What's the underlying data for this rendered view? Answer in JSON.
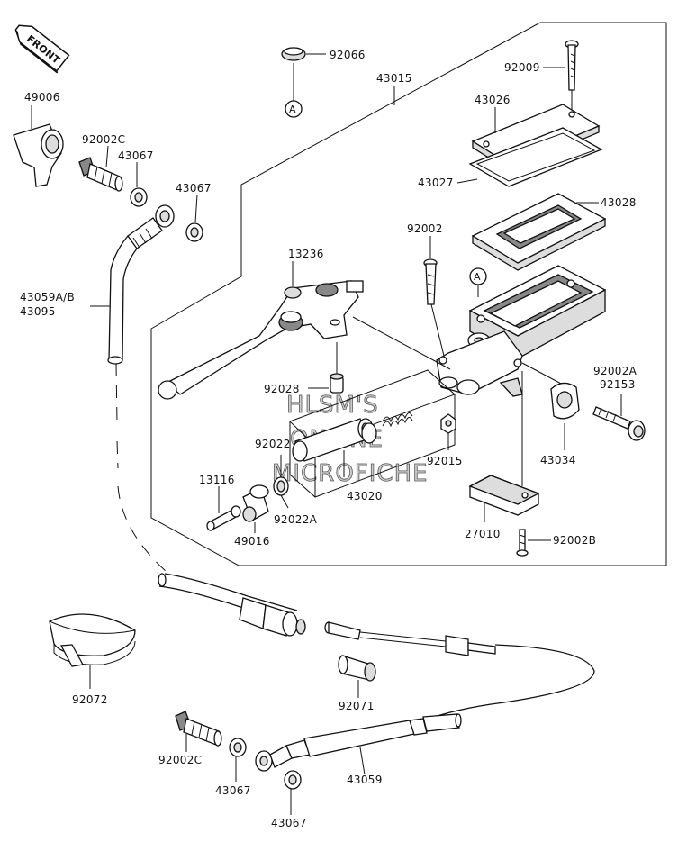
{
  "diagram": {
    "front_badge": "FRONT",
    "watermark": [
      "HLSM'S",
      "ONLINE",
      "MICROFICHE"
    ],
    "ref_marker": "A",
    "labels": {
      "p92066": "92066",
      "p43015": "43015",
      "p92009": "92009",
      "p49006": "49006",
      "p43026": "43026",
      "p92002C_top": "92002C",
      "p43067_a": "43067",
      "p43067_b": "43067",
      "p43027": "43027",
      "p43028": "43028",
      "p92002": "92002",
      "p13236": "13236",
      "p43059AB": "43059A/B",
      "p43095": "43095",
      "p92002A": "92002A",
      "p92153": "92153",
      "p92028": "92028",
      "p92022": "92022",
      "p92015": "92015",
      "p43034": "43034",
      "p13116": "13116",
      "p43020": "43020",
      "p92022A": "92022A",
      "p49016": "49016",
      "p27010": "27010",
      "p92002B": "92002B",
      "p92072": "92072",
      "p92071": "92071",
      "p92002C_bot": "92002C",
      "p43059": "43059",
      "p43067_c": "43067",
      "p43067_d": "43067"
    }
  }
}
